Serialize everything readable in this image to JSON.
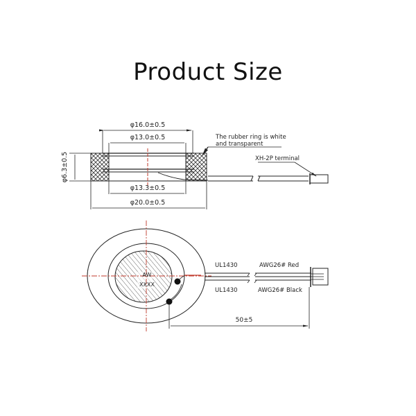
{
  "title": "Product Size",
  "side_view": {
    "dimensions": {
      "outer_top": "φ16.0±0.5",
      "inner_top": "φ13.0±0.5",
      "height": "φ6.3±0.5",
      "inner_bottom": "φ13.3±0.5",
      "outer_bottom": "φ20.0±0.5"
    },
    "notes": {
      "rubber_ring_line1": "The rubber ring is white",
      "rubber_ring_line2": "and transparent",
      "terminal": "XH-2P terminal"
    }
  },
  "top_view": {
    "center_mark_line1": "AW",
    "center_mark_line2": "XXXX",
    "wire_top_type": "UL1430",
    "wire_top_spec": "AWG26#  Red",
    "wire_bottom_type": "UL1430",
    "wire_bottom_spec": "AWG26#  Black",
    "length": "50±5"
  },
  "colors": {
    "line": "#222222",
    "centerline": "#c0392b"
  }
}
